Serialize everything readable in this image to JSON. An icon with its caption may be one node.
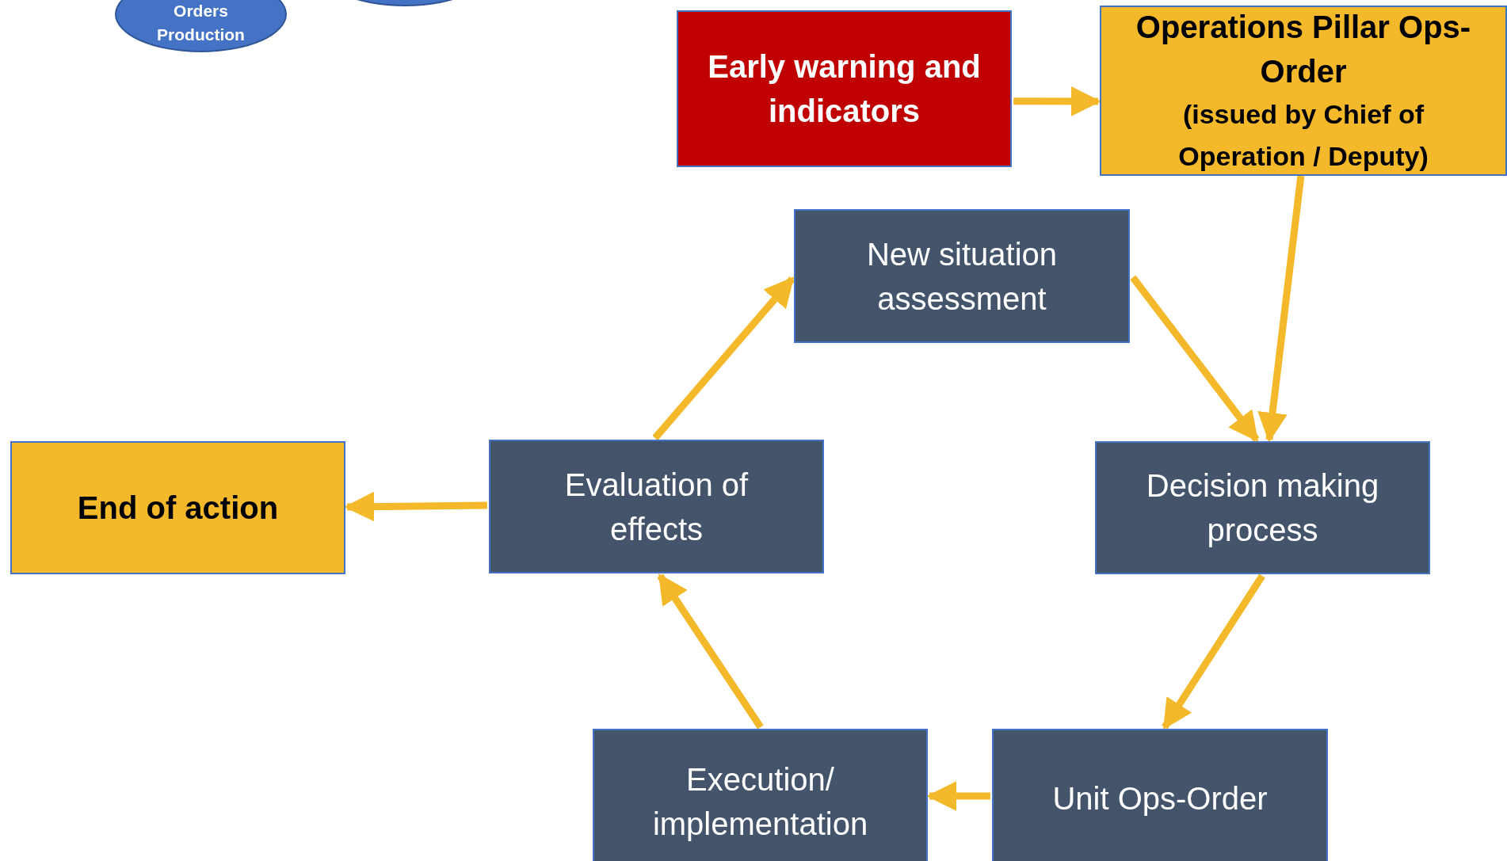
{
  "diagram": {
    "nodes": [
      {
        "text": [
          "Orders Production"
        ]
      },
      {
        "text": [],
        "shape": "ellipse"
      },
      {
        "text": [
          "Early warning and indicators"
        ]
      },
      {
        "text": [
          "Operations Pillar Ops-Order",
          "(issued by Chief of Operation / Deputy)"
        ]
      },
      {
        "text": [
          "New situation assessment"
        ]
      },
      {
        "text": [
          "End of action"
        ]
      },
      {
        "text": [
          "Evaluation of effects"
        ]
      },
      {
        "text": [
          "Decision making process"
        ]
      },
      {
        "text": [
          "Execution/ implementation"
        ]
      },
      {
        "text": [
          "Unit Ops-Order"
        ]
      }
    ],
    "edges": [
      {
        "from": 2,
        "to": 3,
        "arrow": "to"
      },
      {
        "from": 3,
        "to": 7,
        "arrow": "to"
      },
      {
        "from": 4,
        "to": 7,
        "arrow": "to"
      },
      {
        "from": 7,
        "to": 9,
        "arrow": "to"
      },
      {
        "from": 9,
        "to": 8,
        "arrow": "to"
      },
      {
        "from": 8,
        "to": 6,
        "arrow": "to"
      },
      {
        "from": 6,
        "to": 4,
        "arrow": "to"
      },
      {
        "from": 6,
        "to": 5,
        "arrow": "to"
      }
    ]
  }
}
